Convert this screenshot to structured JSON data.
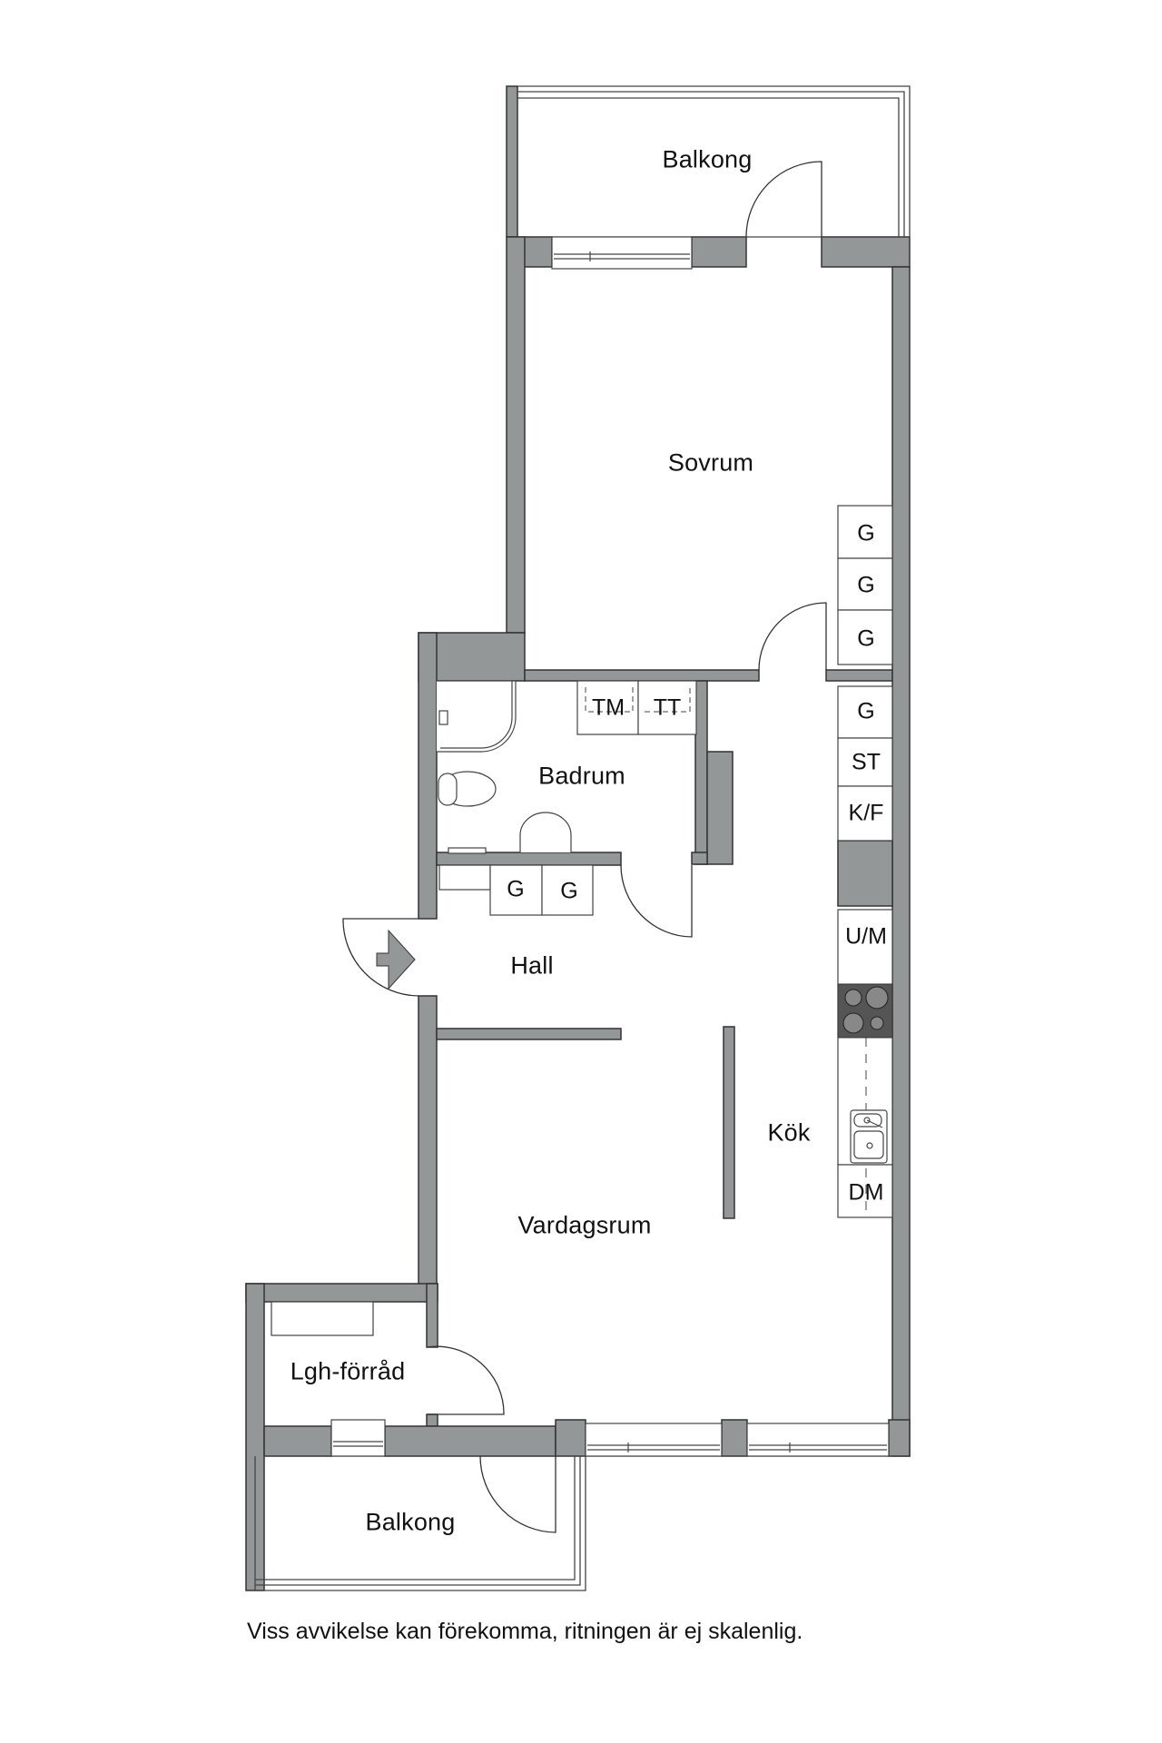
{
  "floorplan": {
    "colors": {
      "wall": "#939797",
      "stroke": "#333333",
      "background": "#ffffff",
      "stove": "#555555"
    },
    "rooms": [
      {
        "id": "balkong-top",
        "label": "Balkong"
      },
      {
        "id": "sovrum",
        "label": "Sovrum"
      },
      {
        "id": "badrum",
        "label": "Badrum"
      },
      {
        "id": "hall",
        "label": "Hall"
      },
      {
        "id": "kok",
        "label": "Kök"
      },
      {
        "id": "vardagsrum",
        "label": "Vardagsrum"
      },
      {
        "id": "lgh-forrad",
        "label": "Lgh-förråd"
      },
      {
        "id": "balkong-bottom",
        "label": "Balkong"
      }
    ],
    "fixtures": {
      "sovrum_wardrobes": [
        "G",
        "G",
        "G"
      ],
      "kitchen_column": [
        "G",
        "ST",
        "K/F"
      ],
      "badrum_appliances": [
        "TM",
        "TT"
      ],
      "hall_wardrobes": [
        "G",
        "G"
      ],
      "microwave": "U/M",
      "dishwasher": "DM"
    },
    "icons": {
      "entrance": "entrance-arrow-icon",
      "stove": "stove-icon",
      "sink": "kitchen-sink-icon",
      "toilet": "toilet-icon",
      "washbasin": "washbasin-icon",
      "shower": "shower-icon"
    }
  },
  "footer": {
    "disclaimer": "Viss avvikelse kan förekomma, ritningen är ej skalenlig."
  }
}
